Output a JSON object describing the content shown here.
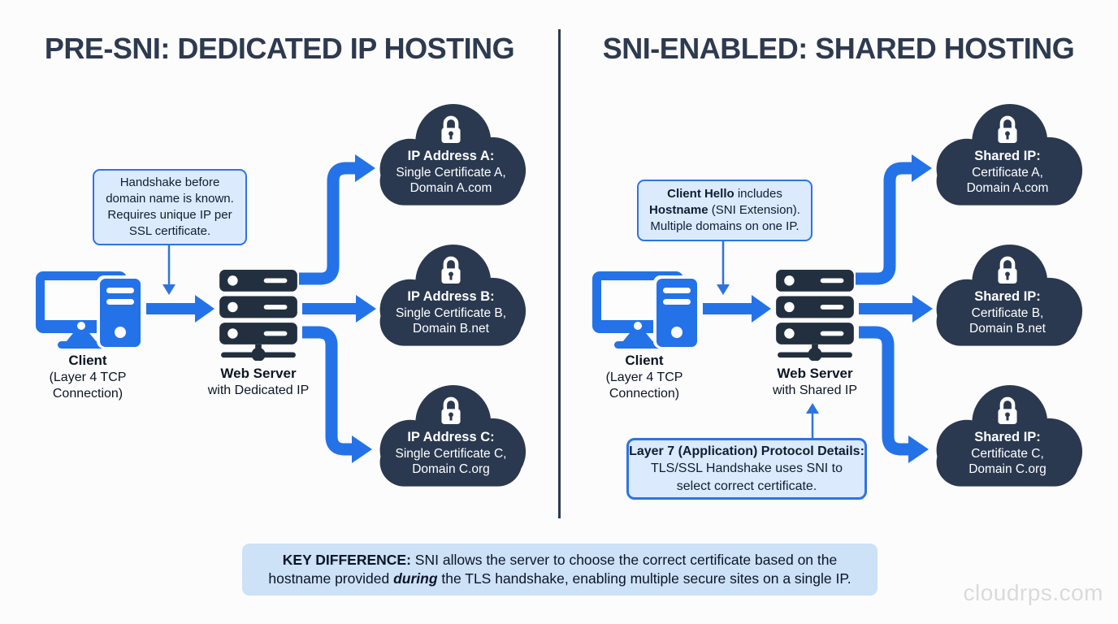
{
  "colors": {
    "accent_blue": "#2372e8",
    "dark_navy": "#263245",
    "callout_bg": "#dbeafc",
    "callout_border": "#2e74e0",
    "keybox_bg": "#cde1f7"
  },
  "left": {
    "title": "PRE-SNI: DEDICATED IP HOSTING",
    "callout": {
      "lines": [
        "Handshake before",
        "domain name is known.",
        "Requires unique IP per",
        "SSL certificate."
      ]
    },
    "client": {
      "label": "Client",
      "sublabel": "(Layer 4 TCP Connection)"
    },
    "server": {
      "label": "Web Server",
      "sublabel": "with Dedicated IP"
    },
    "clouds": [
      {
        "title": "IP Address A:",
        "line1": "Single Certificate A,",
        "line2": "Domain A.com"
      },
      {
        "title": "IP Address B:",
        "line1": "Single Certificate B,",
        "line2": "Domain B.net"
      },
      {
        "title": "IP Address C:",
        "line1": "Single Certificate C,",
        "line2": "Domain C.org"
      }
    ]
  },
  "right": {
    "title": "SNI-ENABLED: SHARED HOSTING",
    "callout": {
      "line1_bold": "Client Hello",
      "line1_rest": " includes",
      "line2_bold": "Hostname",
      "line2_rest": " (SNI Extension).",
      "line3": "Multiple domains on one IP."
    },
    "client": {
      "label": "Client",
      "sublabel": "(Layer 4 TCP Connection)"
    },
    "server": {
      "label": "Web Server",
      "sublabel": "with Shared IP"
    },
    "layer7": {
      "line1_bold": "Layer 7 (Application) Protocol Details:",
      "line2": "TLS/SSL Handshake uses SNI to",
      "line3": "select correct certificate."
    },
    "clouds": [
      {
        "title": "Shared IP:",
        "line1": "Certificate A,",
        "line2": "Domain A.com"
      },
      {
        "title": "Shared IP:",
        "line1": "Certificate B,",
        "line2": "Domain B.net"
      },
      {
        "title": "Shared IP:",
        "line1": "Certificate C,",
        "line2": "Domain C.org"
      }
    ]
  },
  "footer": {
    "keybox": {
      "bold": "KEY DIFFERENCE:",
      "line1_rest": " SNI allows the server to choose the correct certificate based on the",
      "line2_pre": "hostname provided ",
      "line2_emphasis": "during",
      "line2_post": " the TLS handshake, enabling multiple secure sites on a single IP."
    },
    "watermark": "cloudrps.com"
  }
}
